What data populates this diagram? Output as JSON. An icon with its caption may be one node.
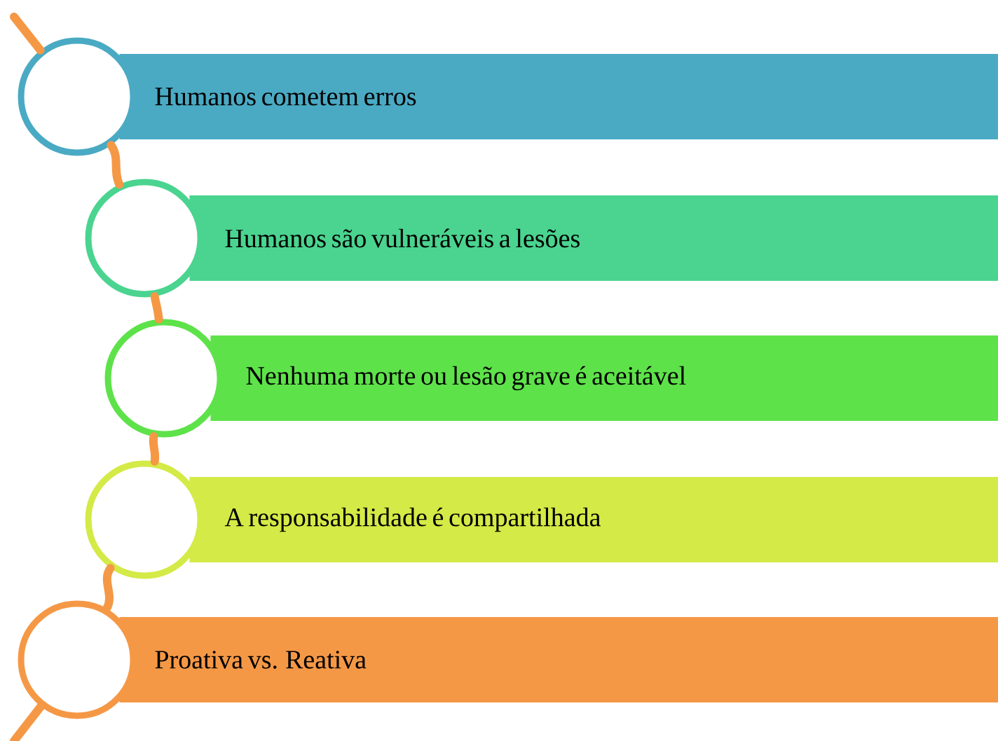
{
  "diagram": {
    "nodes": [
      {
        "text": [
          "Humanos cometem erros"
        ]
      },
      {
        "text": [],
        "shape": "circle"
      },
      {
        "text": [
          "Humanos são vulneráveis a lesões"
        ]
      },
      {
        "text": [],
        "shape": "circle"
      },
      {
        "text": [
          "Nenhuma morte ou lesão grave é aceitável"
        ]
      },
      {
        "text": [],
        "shape": "circle"
      },
      {
        "text": [
          "A responsabilidade é compartilhada"
        ]
      },
      {
        "text": [],
        "shape": "circle"
      },
      {
        "text": [
          "Proativa vs. Reativa"
        ]
      },
      {
        "text": [],
        "shape": "circle"
      }
    ],
    "edges": [
      {
        "from": null,
        "to": 1,
        "arrow": "none"
      },
      {
        "from": 1,
        "to": 3,
        "arrow": "none"
      },
      {
        "from": 3,
        "to": 5,
        "arrow": "none"
      },
      {
        "from": 5,
        "to": 7,
        "arrow": "none"
      },
      {
        "from": 7,
        "to": 9,
        "arrow": "none"
      },
      {
        "from": 9,
        "to": null,
        "arrow": "none"
      }
    ]
  }
}
